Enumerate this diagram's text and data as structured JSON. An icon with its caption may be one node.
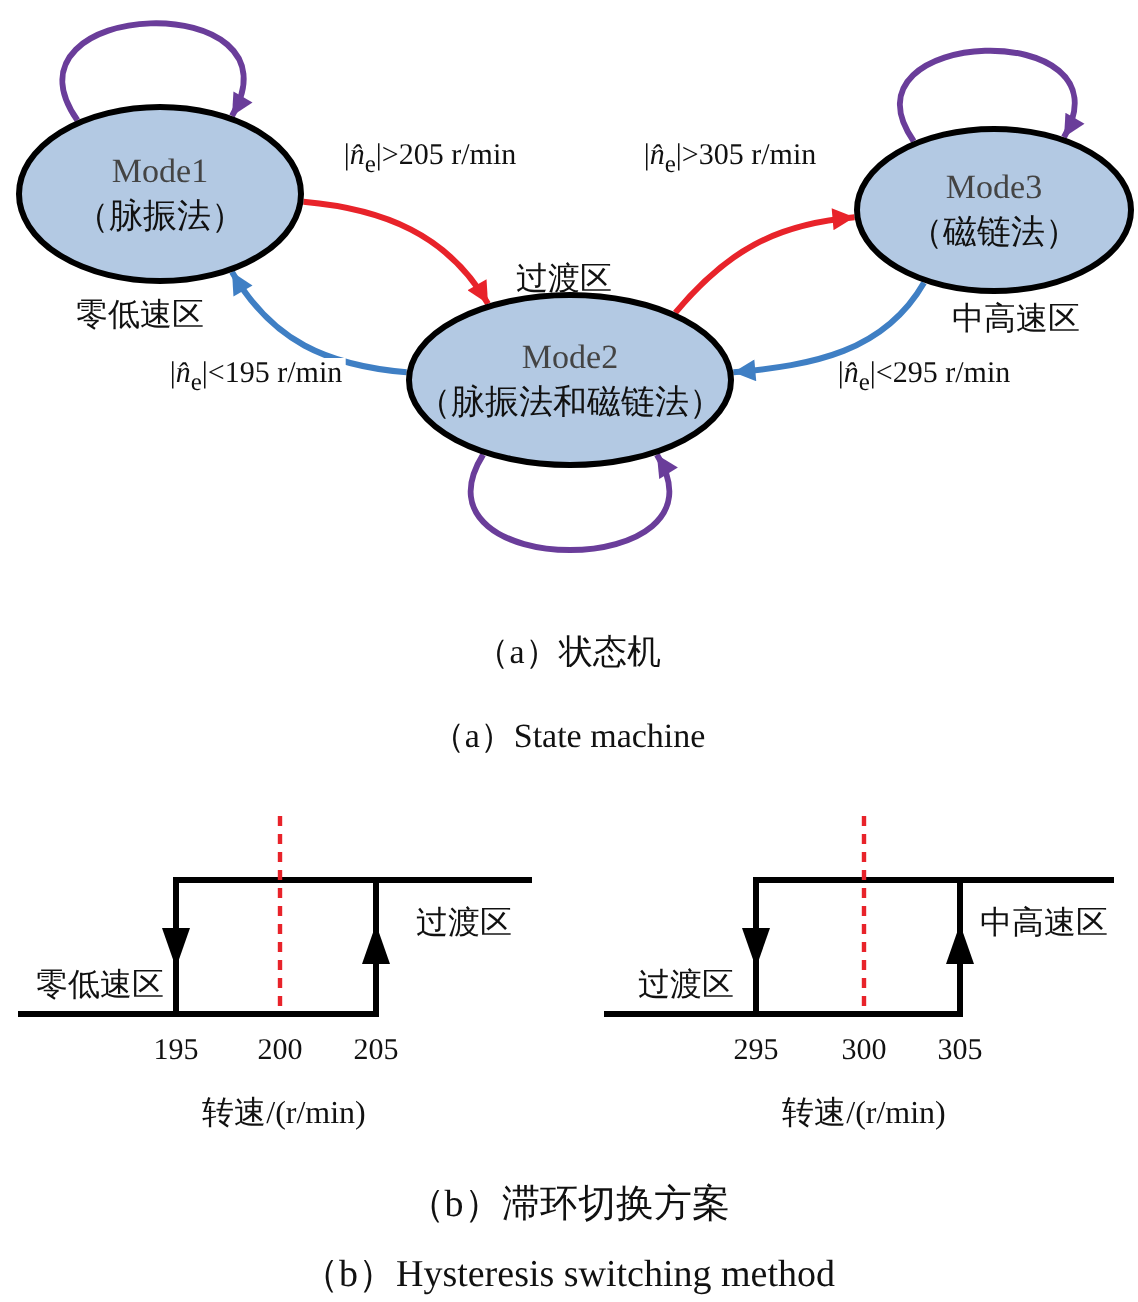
{
  "diagram": {
    "nodes": [
      {
        "text": [
          "Mode1",
          "（脉振法）"
        ],
        "beside": [
          "零低速区"
        ]
      },
      {
        "text": [
          "Mode2",
          "（脉振法和磁链法）"
        ],
        "beside": [
          "过渡区"
        ]
      },
      {
        "text": [
          "Mode3",
          "（磁链法）"
        ],
        "beside": [
          "中高速区"
        ]
      }
    ],
    "edges": [
      {
        "from": 0,
        "to": 0,
        "arrow": "to"
      },
      {
        "from": 0,
        "to": 1,
        "arrow": "to",
        "label": "|*n̂*$_{e}$|>205 r/min",
        "color": "#e8232a"
      },
      {
        "from": 1,
        "to": 0,
        "arrow": "to",
        "label": "|*n̂*$_{e}$|<195 r/min",
        "color": "#3f7fc4"
      },
      {
        "from": 1,
        "to": 1,
        "arrow": "to"
      },
      {
        "from": 1,
        "to": 2,
        "arrow": "to",
        "label": "|*n̂*$_{e}$|>305 r/min",
        "color": "#e8232a"
      },
      {
        "from": 2,
        "to": 1,
        "arrow": "to",
        "label": "|*n̂*$_{e}$|<295 r/min",
        "color": "#3f7fc4"
      },
      {
        "from": 2,
        "to": 2,
        "arrow": "to"
      }
    ],
    "labels": [
      "（a）状态机",
      "（a）State machine",
      "零低速区",
      "过渡区",
      "195",
      "200",
      "205",
      "转速/(r/min)",
      "过渡区",
      "中高速区",
      "295",
      "300",
      "305",
      "转速/(r/min)",
      "（b）滞环切换方案",
      "（b）Hysteresis switching method"
    ]
  }
}
